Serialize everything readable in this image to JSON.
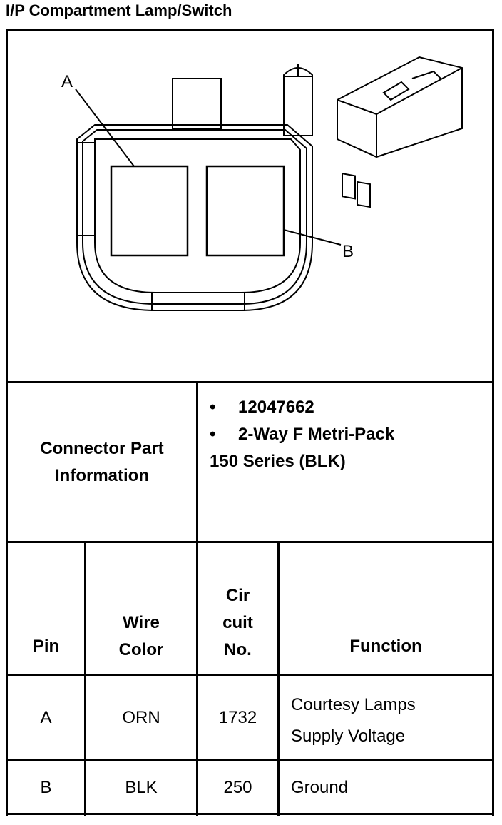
{
  "title": "I/P Compartment Lamp/Switch",
  "diagram": {
    "label_a": "A",
    "label_b": "B"
  },
  "connector_info": {
    "label_line1": "Connector Part",
    "label_line2": "Information",
    "part_number": "12047662",
    "description": "2-Way F Metri-Pack",
    "series": "150 Series (BLK)"
  },
  "table": {
    "headers": {
      "pin": "Pin",
      "wire_color_l1": "Wire",
      "wire_color_l2": "Color",
      "circuit_l1": "Cir",
      "circuit_l2": "cuit",
      "circuit_l3": "No.",
      "function": "Function"
    },
    "rows": [
      {
        "pin": "A",
        "wire_color": "ORN",
        "circuit": "1732",
        "function_l1": "Courtesy Lamps",
        "function_l2": "Supply Voltage"
      },
      {
        "pin": "B",
        "wire_color": "BLK",
        "circuit": "250",
        "function_l1": "Ground",
        "function_l2": ""
      }
    ]
  }
}
